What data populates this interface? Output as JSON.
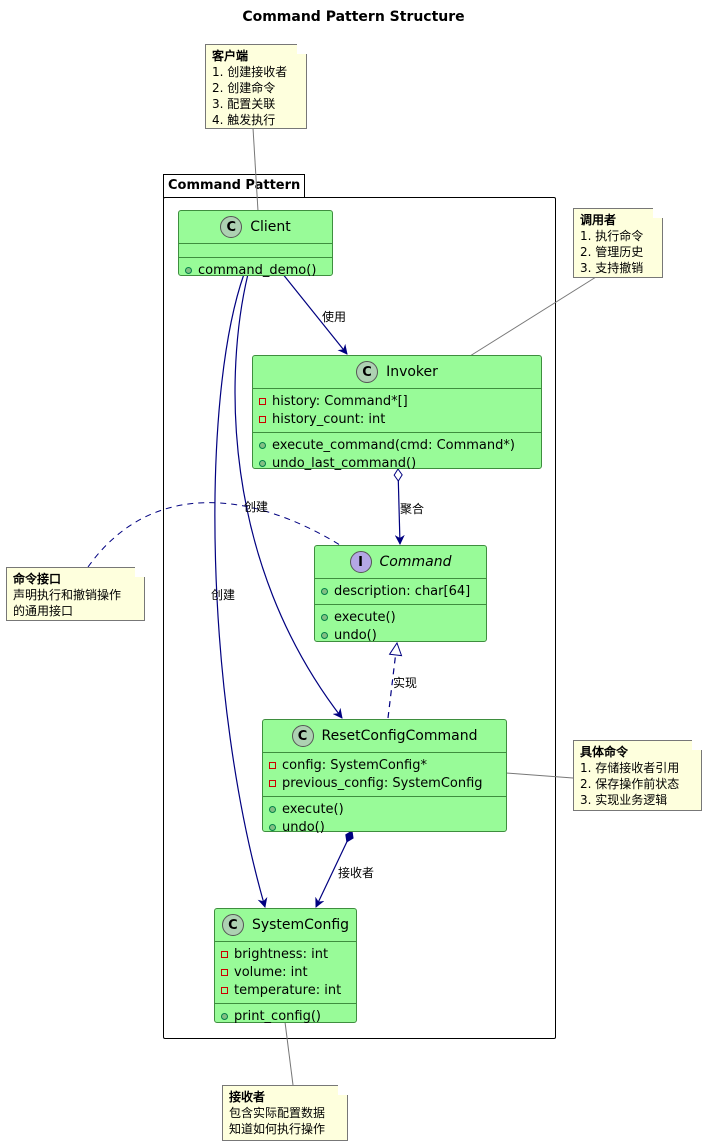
{
  "title": "Command Pattern Structure",
  "package": {
    "name": "Command Pattern"
  },
  "classes": {
    "client": {
      "stereotype": "C",
      "name": "Client",
      "fields": [],
      "methods": [
        "command_demo()"
      ]
    },
    "invoker": {
      "stereotype": "C",
      "name": "Invoker",
      "fields": [
        "history: Command*[]",
        "history_count: int"
      ],
      "methods": [
        "execute_command(cmd: Command*)",
        "undo_last_command()"
      ]
    },
    "command": {
      "stereotype": "I",
      "name": "Command",
      "fields": [
        "description: char[64]"
      ],
      "methods": [
        "execute()",
        "undo()"
      ]
    },
    "reset": {
      "stereotype": "C",
      "name": "ResetConfigCommand",
      "fields": [
        "config: SystemConfig*",
        "previous_config: SystemConfig"
      ],
      "methods": [
        "execute()",
        "undo()"
      ]
    },
    "sysconfig": {
      "stereotype": "C",
      "name": "SystemConfig",
      "fields": [
        "brightness: int",
        "volume: int",
        "temperature: int"
      ],
      "methods": [
        "print_config()"
      ]
    }
  },
  "notes": {
    "client": {
      "title": "客户端",
      "lines": [
        "1. 创建接收者",
        "2. 创建命令",
        "3. 配置关联",
        "4. 触发执行"
      ]
    },
    "invoker": {
      "title": "调用者",
      "lines": [
        "1. 执行命令",
        "2. 管理历史",
        "3. 支持撤销"
      ]
    },
    "command": {
      "title": "命令接口",
      "lines": [
        "声明执行和撤销操作",
        "的通用接口"
      ]
    },
    "reset": {
      "title": "具体命令",
      "lines": [
        "1. 存储接收者引用",
        "2. 保存操作前状态",
        "3. 实现业务逻辑"
      ]
    },
    "receiver": {
      "title": "接收者",
      "lines": [
        "包含实际配置数据",
        "知道如何执行操作"
      ]
    }
  },
  "relations": {
    "use": "使用",
    "create1": "创建",
    "create2": "创建",
    "aggregate": "聚合",
    "implement": "实现",
    "receiver": "接收者"
  },
  "colors": {
    "class_fill": "#98FB98",
    "note_fill": "#FEFFDD",
    "arrow": "#000080"
  }
}
